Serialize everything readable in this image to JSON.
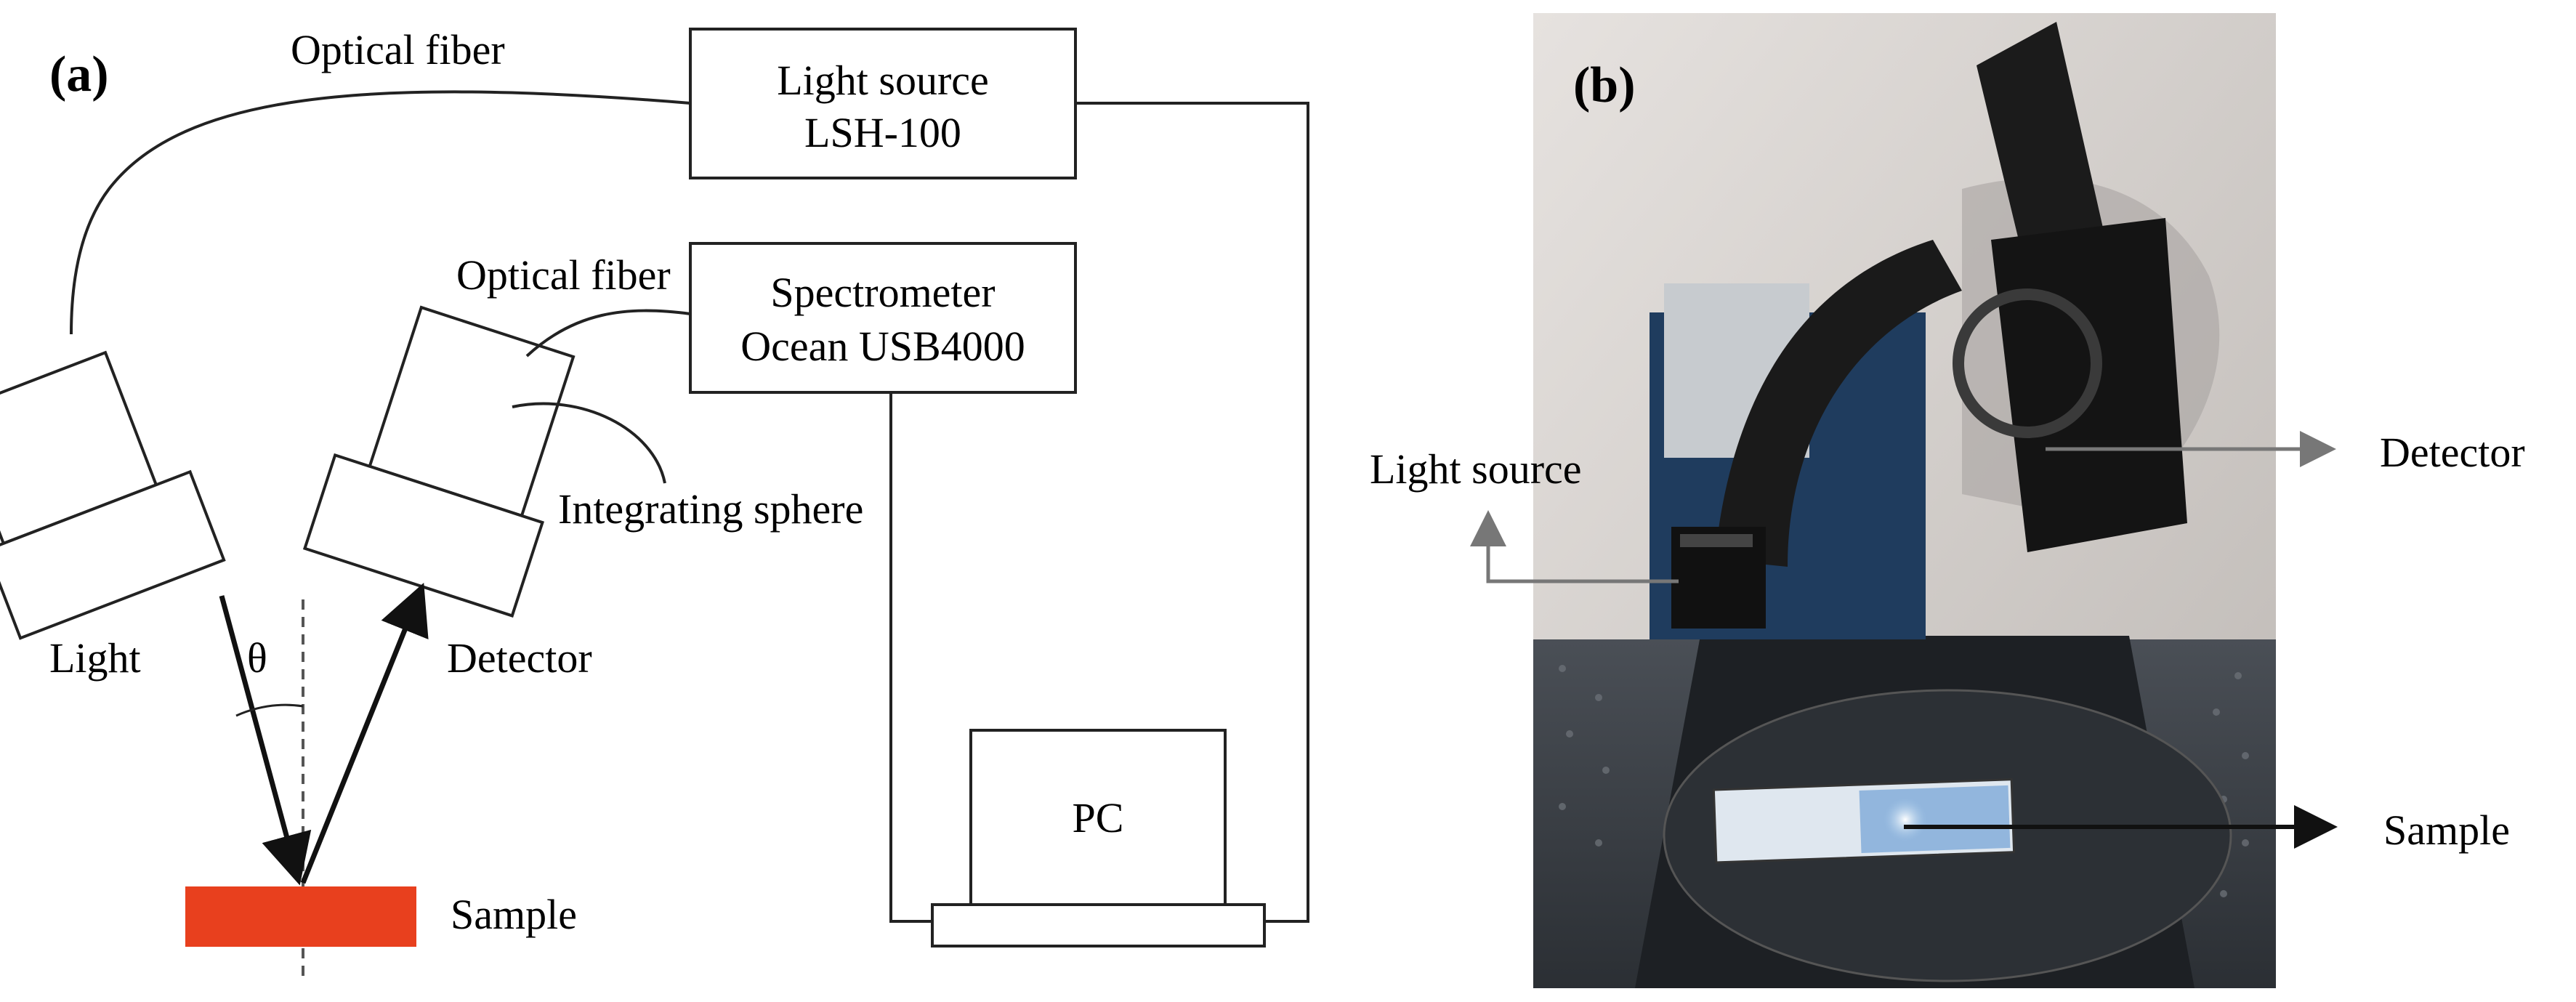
{
  "panel_a": {
    "panel_label": "(a)",
    "light_source": {
      "line1": "Light  source",
      "line2": "LSH-100"
    },
    "spectrometer": {
      "line1": "Spectrometer",
      "line2": "Ocean USB4000"
    },
    "pc": "PC",
    "optical_fiber_top": "Optical fiber",
    "optical_fiber_mid": "Optical fiber",
    "integrating_sphere": "Integrating  sphere",
    "light": "Light",
    "detector": "Detector",
    "theta": "θ",
    "sample": "Sample",
    "colors": {
      "sample": "#e8401e",
      "lines": "#222222"
    }
  },
  "panel_b": {
    "panel_label": "(b)",
    "light_source": "Light  source",
    "detector": "Detector",
    "sample": "Sample",
    "photo_description_icon": "goniometer-photo"
  }
}
